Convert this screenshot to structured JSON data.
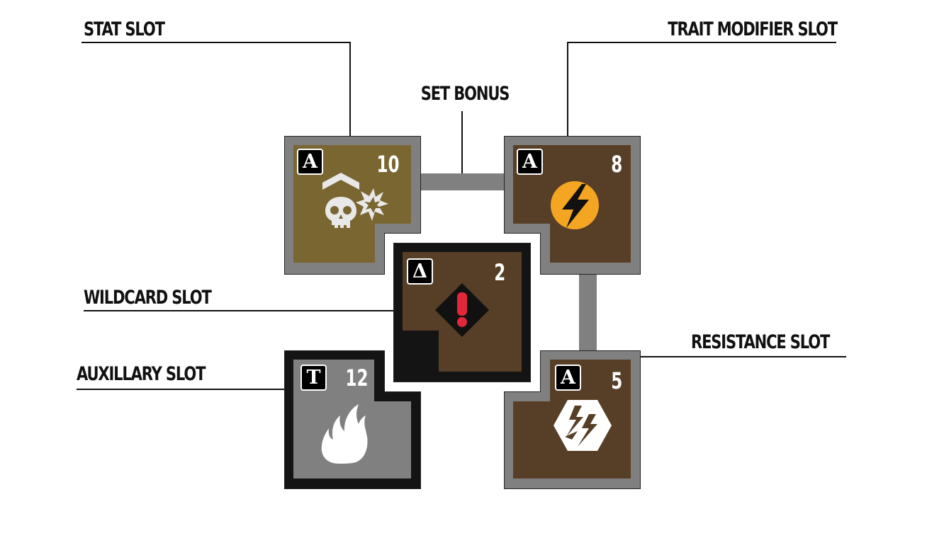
{
  "labels": {
    "stat": "STAT SLOT",
    "set_bonus": "SET BONUS",
    "trait_modifier": "TRAIT MODIFIER SLOT",
    "wildcard": "WILDCARD SLOT",
    "auxillary": "AUXILLARY SLOT",
    "resistance": "RESISTANCE SLOT"
  },
  "slots": {
    "stat": {
      "tier": "A",
      "value": "10",
      "icon": "skull-explosion-chevron-icon",
      "fill": "#7a6631"
    },
    "trait": {
      "tier": "A",
      "value": "8",
      "icon": "lightning-bolt-icon",
      "fill": "#563f26"
    },
    "wildcard": {
      "tier": "Δ",
      "value": "2",
      "icon": "warning-diamond-icon",
      "fill": "#563f26"
    },
    "auxillary": {
      "tier": "T",
      "value": "12",
      "icon": "flame-icon",
      "fill": "#808080"
    },
    "resistance": {
      "tier": "A",
      "value": "5",
      "icon": "shock-hexagon-icon",
      "fill": "#563f26"
    }
  },
  "colors": {
    "frame_gray": "#808080",
    "frame_black": "#141414",
    "bolt_orange": "#f4a521"
  }
}
